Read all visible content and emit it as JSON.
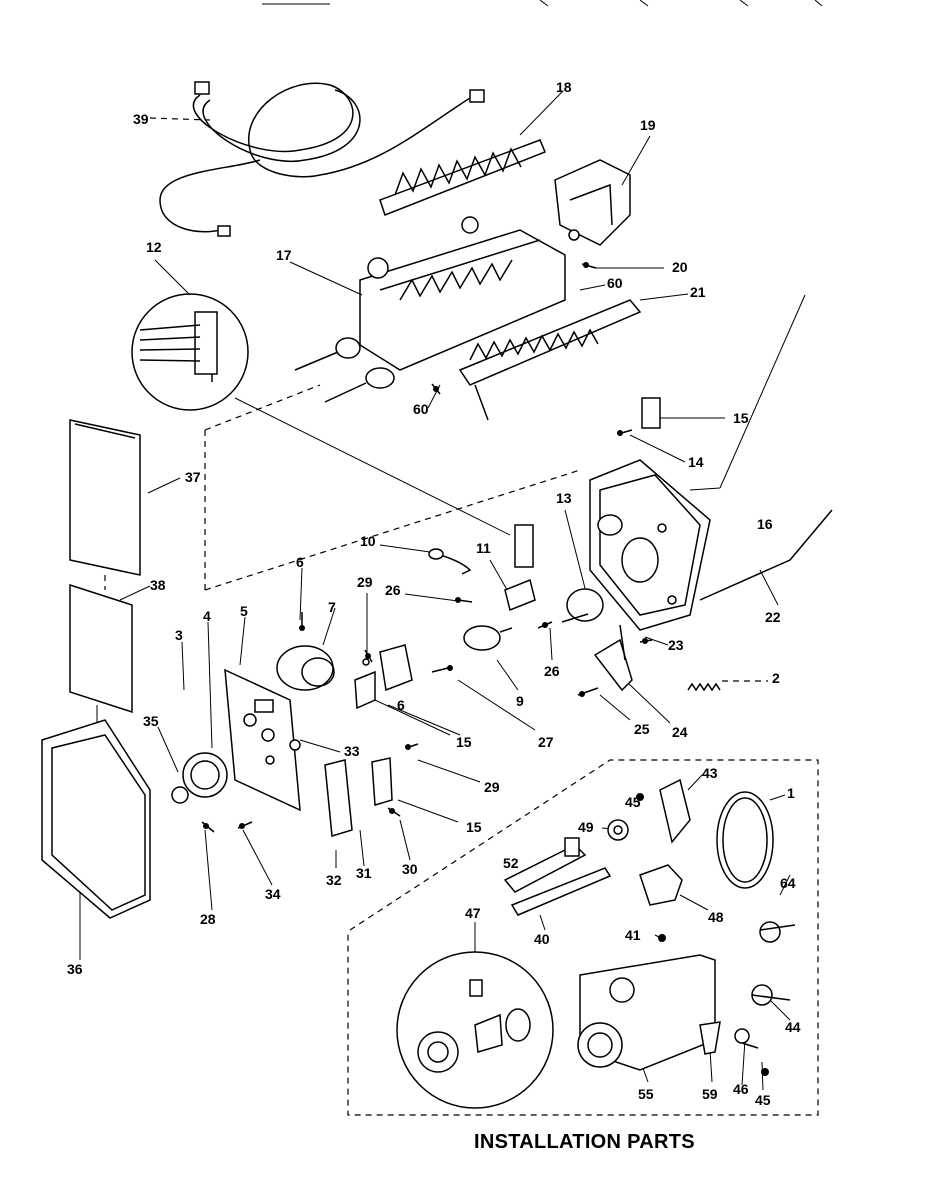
{
  "caption": "INSTALLATION PARTS",
  "callouts": {
    "c39": "39",
    "c18": "18",
    "c19": "19",
    "c12": "12",
    "c17": "17",
    "c20": "20",
    "c60a": "60",
    "c21": "21",
    "c60b": "60",
    "c15a": "15",
    "c14": "14",
    "c37": "37",
    "c16": "16",
    "c13": "13",
    "c10": "10",
    "c11": "11",
    "c6a": "6",
    "c29a": "29",
    "c26a": "26",
    "c7": "7",
    "c22": "22",
    "c38": "38",
    "c23": "23",
    "c26b": "26",
    "c3": "3",
    "c4": "4",
    "c5": "5",
    "c2": "2",
    "c9": "9",
    "c35": "35",
    "c6b": "6",
    "c15b": "15",
    "c27": "27",
    "c25": "25",
    "c24": "24",
    "c33": "33",
    "c29b": "29",
    "c43": "43",
    "c1": "1",
    "c45a": "45",
    "c15c": "15",
    "c49": "49",
    "c52": "52",
    "c28": "28",
    "c34": "34",
    "c32": "32",
    "c31": "31",
    "c30": "30",
    "c48": "48",
    "c64": "64",
    "c47": "47",
    "c40": "40",
    "c41": "41",
    "c36": "36",
    "c44": "44",
    "c55": "55",
    "c59": "59",
    "c46": "46",
    "c45b": "45"
  }
}
